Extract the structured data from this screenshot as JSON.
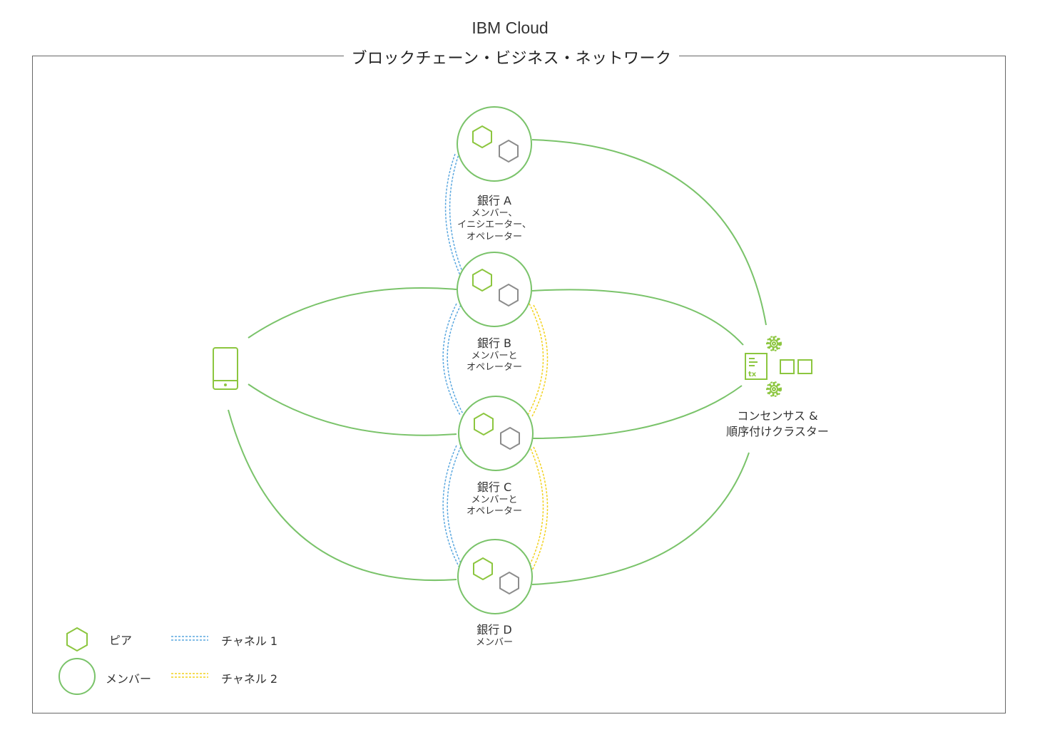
{
  "title": "IBM Cloud",
  "network_title": "ブロックチェーン・ビジネス・ネットワーク",
  "banks": [
    {
      "name": "銀行 A",
      "role_lines": [
        "メンバー、",
        "イニシエーター、",
        "オペレーター"
      ]
    },
    {
      "name": "銀行 B",
      "role_lines": [
        "メンバーと",
        "オペレーター"
      ]
    },
    {
      "name": "銀行 C",
      "role_lines": [
        "メンバーと",
        "オペレーター"
      ]
    },
    {
      "name": "銀行 D",
      "role_lines": [
        "メンバー"
      ]
    }
  ],
  "orderer": {
    "line1": "コンセンサス &",
    "line2": "順序付けクラスター",
    "tx_label": "tx"
  },
  "legend": {
    "peer": "ピア",
    "member": "メンバー",
    "channel1": "チャネル 1",
    "channel2": "チャネル 2"
  },
  "colors": {
    "member_green": "#7ac36a",
    "peer_green": "#8cc63f",
    "orderer_green": "#8cc63f",
    "channel1_blue": "#5aa7df",
    "channel2_yellow": "#f2d21f",
    "gray_hex": "#8c8c8c",
    "frame": "#666666"
  }
}
